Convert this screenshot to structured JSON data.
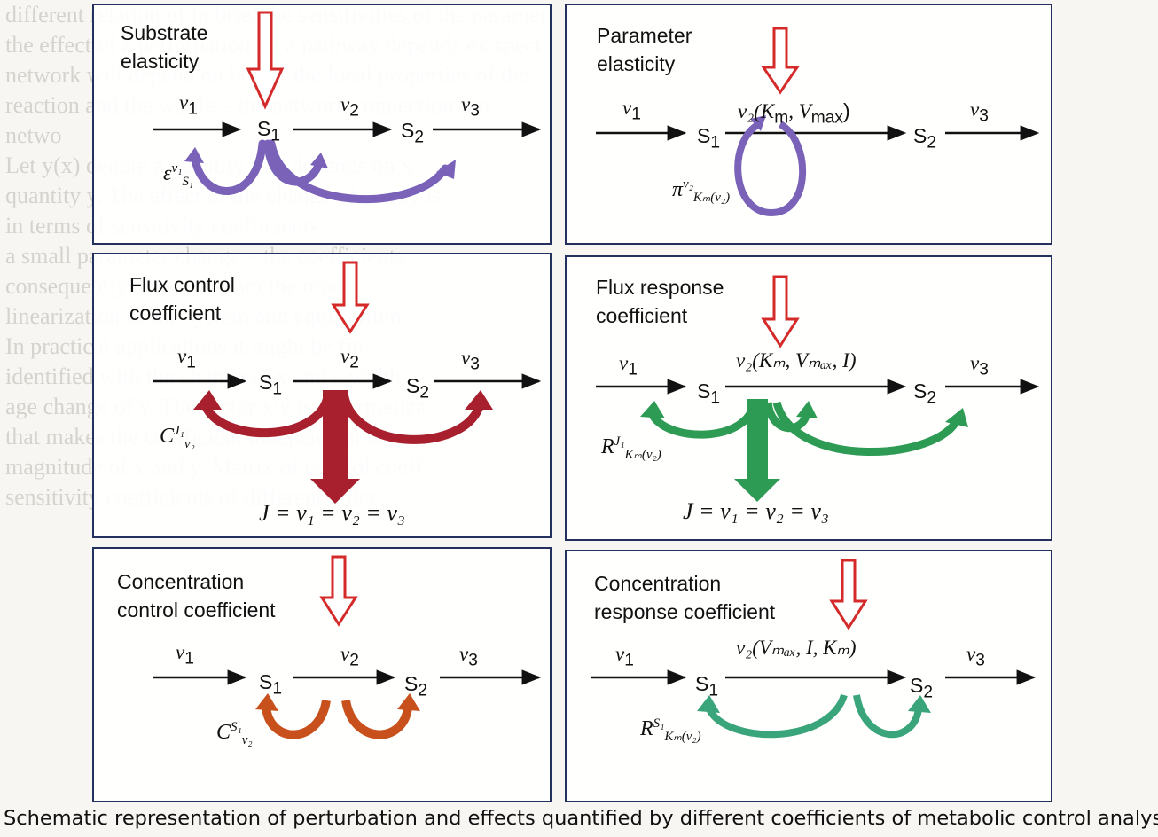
{
  "panels": {
    "substrate": {
      "title": "Substrate\nelasticity",
      "v1": "v",
      "v1sub": "1",
      "v2": "v",
      "v2sub": "2",
      "v3": "v",
      "v3sub": "3",
      "s1": "S",
      "s1sub": "1",
      "s2": "S",
      "s2sub": "2",
      "coef_sym": "ε",
      "coef_sup": "v₁",
      "coef_sub": "S₁"
    },
    "parameter": {
      "title": "Parameter\nelasticity",
      "v1": "v",
      "v1sub": "1",
      "v2": "v₂(K",
      "v2rest": "m",
      "v2end": ", V",
      "v2max": "max",
      "v2close": ")",
      "v3": "v",
      "v3sub": "3",
      "s1": "S",
      "s1sub": "1",
      "s2": "S",
      "s2sub": "2",
      "coef_sym": "π",
      "coef_sup": "v₂",
      "coef_sub": "Kₘ(v₂)"
    },
    "flux_control": {
      "title": "Flux control\ncoefficient",
      "v1": "v",
      "v1sub": "1",
      "v2": "v",
      "v2sub": "2",
      "v3": "v",
      "v3sub": "3",
      "s1": "S",
      "s1sub": "1",
      "s2": "S",
      "s2sub": "2",
      "coef_sym": "C",
      "coef_sup": "J₁",
      "coef_sub": "v₂",
      "equation": "J = v₁ = v₂ = v₃"
    },
    "flux_response": {
      "title": "Flux response\ncoefficient",
      "v1": "v",
      "v1sub": "1",
      "v2label": "v₂(Kₘ, Vₘₐₓ, I)",
      "v3": "v",
      "v3sub": "3",
      "s1": "S",
      "s1sub": "1",
      "s2": "S",
      "s2sub": "2",
      "coef_sym": "R",
      "coef_sup": "J₁",
      "coef_sub": "Kₘ(v₂)",
      "equation": "J = v₁ = v₂ = v₃"
    },
    "conc_control": {
      "title": "Concentration\ncontrol coefficient",
      "v1": "v",
      "v1sub": "1",
      "v2": "v",
      "v2sub": "2",
      "v3": "v",
      "v3sub": "3",
      "s1": "S",
      "s1sub": "1",
      "s2": "S",
      "s2sub": "2",
      "coef_sym": "C",
      "coef_sup": "S₁",
      "coef_sub": "v₂"
    },
    "conc_response": {
      "title": "Concentration\nresponse coefficient",
      "v1": "v",
      "v1sub": "1",
      "v2label": "v₂(Vₘₐₓ, I, Kₘ)",
      "v3": "v",
      "v3sub": "3",
      "s1": "S",
      "s1sub": "1",
      "s2": "S",
      "s2sub": "2",
      "coef_sym": "R",
      "coef_sup": "S₁",
      "coef_sub": "Kₘ(v₂)"
    }
  },
  "caption": "Schematic representation of perturbation and effects quantified by different coefficients of metabolic control analysis.",
  "colors": {
    "border": "#24305e",
    "perturbation_arrow": "#d42a2a",
    "elasticity": "#7a62b8",
    "flux_control": "#a8202e",
    "flux_response": "#2e9b55",
    "conc_control": "#c8501c",
    "conc_response": "#3aa57a"
  }
}
